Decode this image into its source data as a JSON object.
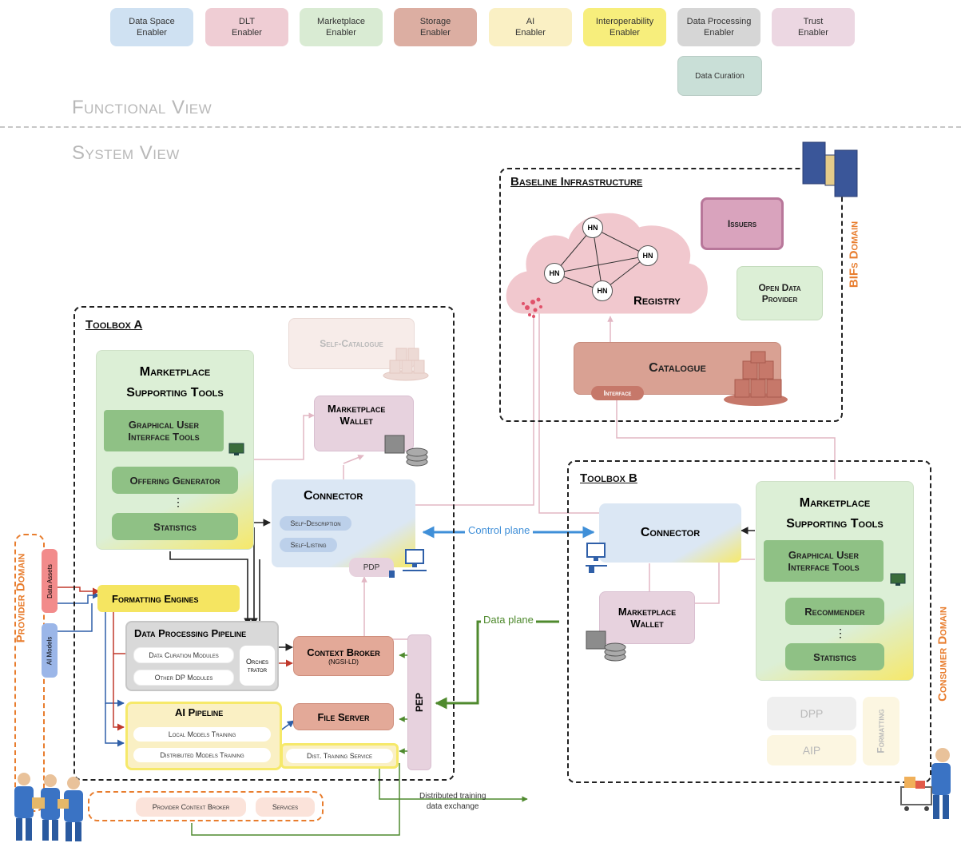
{
  "enablers": [
    {
      "label": "Data Space\nEnabler",
      "color": "#cfe1f2"
    },
    {
      "label": "DLT\nEnabler",
      "color": "#efcdd4"
    },
    {
      "label": "Marketplace\nEnabler",
      "color": "#d9ebd3"
    },
    {
      "label": "Storage\nEnabler",
      "color": "#dcaea2"
    },
    {
      "label": "AI\nEnabler",
      "color": "#faf0c4"
    },
    {
      "label": "Interoperability\nEnabler",
      "color": "#f7ee7c"
    },
    {
      "label": "Data Processing\nEnabler",
      "color": "#d6d6d6"
    },
    {
      "label": "Trust\nEnabler",
      "color": "#ecd7e2"
    }
  ],
  "data_curation": "Data Curation",
  "views": {
    "functional": "Functional View",
    "system": "System View"
  },
  "baseline": {
    "title": "Baseline Infrastructure",
    "issuers": "Issuers",
    "open_data_provider": "Open Data\nProvider",
    "registry": "Registry",
    "hn": "HN",
    "catalogue": "Catalogue",
    "interface": "Interface"
  },
  "bifs_domain": "BIFs Domain",
  "toolbox_a": {
    "title": "Toolbox A",
    "self_catalogue": "Self-Catalogue",
    "mst_title": "Marketplace\nSupporting Tools",
    "gui_tools": "Graphical User\nInterface Tools",
    "offering_generator": "Offering Generator",
    "dots": "⋮",
    "statistics": "Statistics",
    "wallet": "Marketplace\nWallet",
    "connector": "Connector",
    "self_description": "Self-Description",
    "self_listing": "Self-Listing",
    "pdp": "PDP",
    "formatting_engines": "Formatting Engines",
    "dpp_title": "Data Processing Pipeline",
    "data_curation_modules": "Data Curation Modules",
    "other_dp_modules": "Other DP Modules",
    "orchestrator": "Orches\ntrator",
    "context_broker": "Context Broker",
    "context_broker_sub": "(NGSI-LD)",
    "ai_pipeline": "AI Pipeline",
    "local_training": "Local Models Training",
    "distributed_training": "Distributed Models Training",
    "dist_service": "Dist. Training Service",
    "file_server": "File Server",
    "pep": "PEP"
  },
  "toolbox_b": {
    "title": "Toolbox B",
    "connector": "Connector",
    "wallet": "Marketplace\nWallet",
    "mst_title": "Marketplace\nSupporting Tools",
    "gui_tools": "Graphical User\nInterface Tools",
    "recommender": "Recommender",
    "dots": "⋮",
    "statistics": "Statistics",
    "dpp": "DPP",
    "aip": "AIP",
    "formatting": "Formatting"
  },
  "links": {
    "control_plane": "Control plane",
    "data_plane": "Data plane",
    "distributed_exchange": "Distributed training\ndata exchange"
  },
  "provider_domain": {
    "title": "Provider Domain",
    "data_assets": "Data Assets",
    "ai_models": "AI Models",
    "provider_context_broker": "Provider Context Broker",
    "services": "Services"
  },
  "consumer_domain": "Consumer Domain"
}
